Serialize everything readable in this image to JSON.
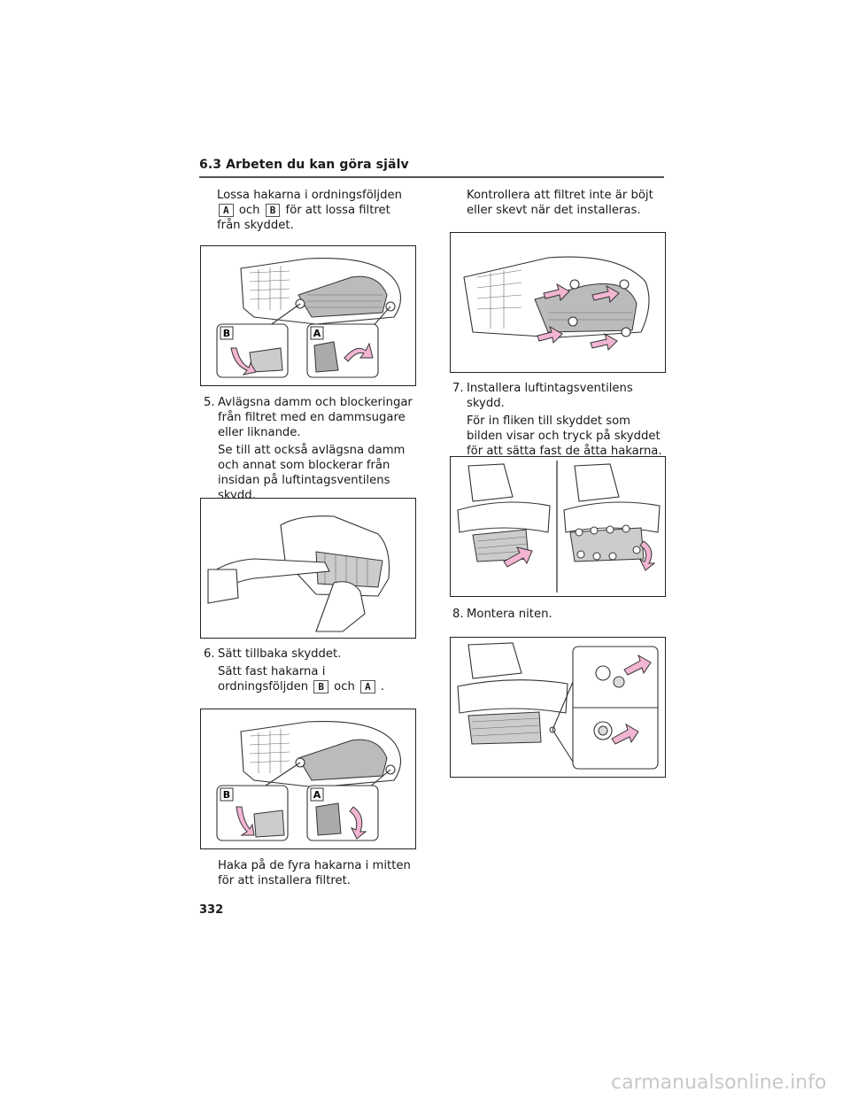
{
  "header": {
    "section_title": "6.3 Arbeten du kan göra själv"
  },
  "left_column": {
    "step4_text_a": "Lossa hakarna i ordningsföljden",
    "step4_key_a": "A",
    "step4_text_b": "och",
    "step4_key_b": "B",
    "step4_text_c": "för att lossa filtret från skyddet.",
    "step5_number": "5.",
    "step5_title": "Avlägsna damm och blockeringar från filtret med en dammsugare eller liknande.",
    "step5_note": "Se till att också avlägsna damm och annat som blockerar från insidan på luftintagsventilens skydd.",
    "step6_number": "6.",
    "step6_title": "Sätt tillbaka skyddet.",
    "step6_text_a": "Sätt fast hakarna i ordningsföljden",
    "step6_key_b": "B",
    "step6_text_b": "och",
    "step6_key_a": "A",
    "step6_text_c": ".",
    "step6_note": "Haka på de fyra hakarna i mitten för att installera filtret."
  },
  "right_column": {
    "check_text": "Kontrollera att filtret inte är böjt eller skevt när det installeras.",
    "step7_number": "7.",
    "step7_title": "Installera luftintagsventilens skydd.",
    "step7_note": "För in fliken till skyddet som bilden visar och tryck på skyddet för att sätta fast de åtta hakarna.",
    "step8_number": "8.",
    "step8_title": "Montera niten."
  },
  "figures": {
    "fig1_label_b": "B",
    "fig1_label_a": "A",
    "fig4_label_b": "B",
    "fig4_label_a": "A"
  },
  "footer": {
    "page_number": "332"
  },
  "watermark": "carmanualsonline.info"
}
